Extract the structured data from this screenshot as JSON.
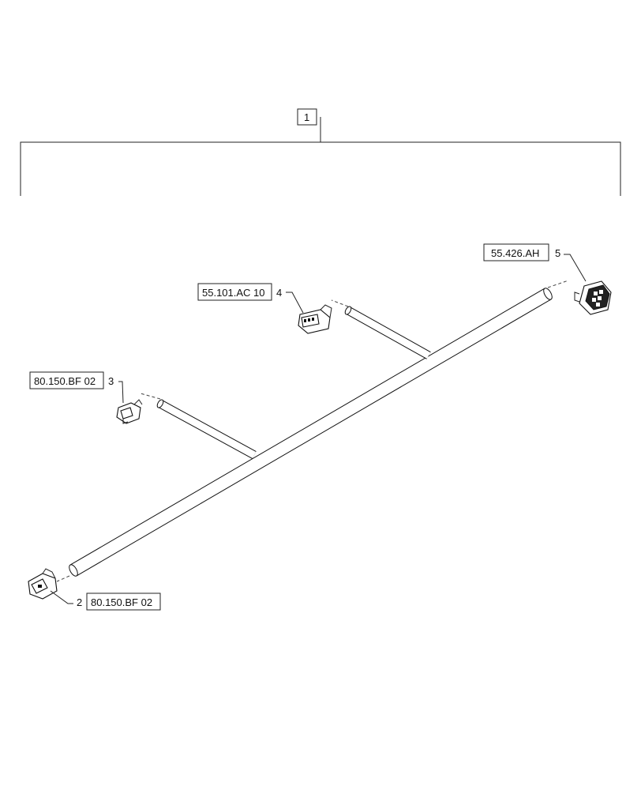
{
  "assembly": {
    "item_number": "1"
  },
  "callouts": [
    {
      "item": "2",
      "reference": "80.150.BF 02"
    },
    {
      "item": "3",
      "reference": "80.150.BF 02"
    },
    {
      "item": "4",
      "reference": "55.101.AC 10"
    },
    {
      "item": "5",
      "reference": "55.426.AH"
    }
  ]
}
